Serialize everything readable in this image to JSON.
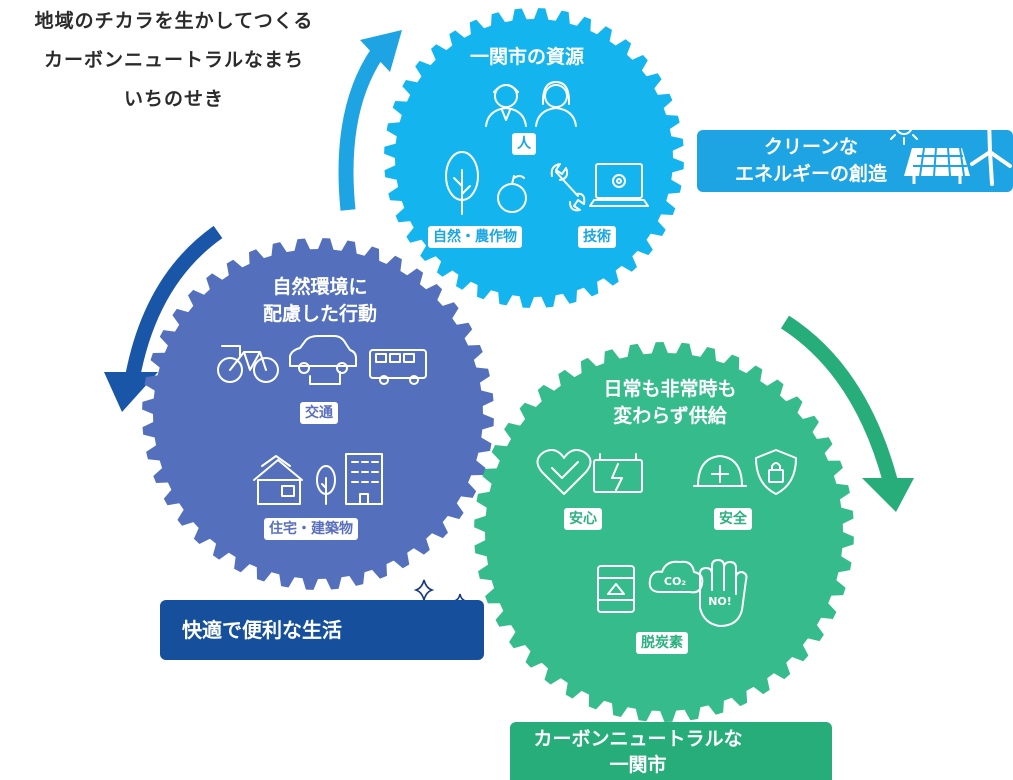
{
  "title": {
    "line1": "地域のチカラを生かしてつくる",
    "line2": "カーボンニュートラルなまち",
    "line3": "いちのせき"
  },
  "gears": {
    "resources": {
      "title": "一関市の資源",
      "tag_people": "人",
      "tag_nature": "自然・農作物",
      "tag_tech": "技術",
      "color": "#14b4ee"
    },
    "action": {
      "title_line1": "自然環境に",
      "title_line2": "配慮した行動",
      "tag_transport": "交通",
      "tag_housing": "住宅・建築物",
      "color": "#5470bd"
    },
    "supply": {
      "title_line1": "日常も非常時も",
      "title_line2": "変わらず供給",
      "tag_relief": "安心",
      "tag_safety": "安全",
      "tag_decarbon": "脱炭素",
      "co2_label": "CO₂",
      "no_label": "NO!",
      "color": "#36bb8c"
    }
  },
  "boxes": {
    "clean_energy": {
      "line1": "クリーンな",
      "line2": "エネルギーの創造",
      "color": "#1ea3e3"
    },
    "comfortable_life": {
      "text": "快適で便利な生活",
      "color": "#164f9b"
    },
    "carbon_neutral": {
      "line1": "カーボンニュートラルな",
      "line2": "一関市",
      "color": "#27ad7a"
    }
  },
  "arrows": {
    "light_blue": "#1ea3e3",
    "dark_blue": "#1a56a8",
    "green": "#27ad7a"
  },
  "icons": [
    "person-man-icon",
    "person-woman-icon",
    "tree-icon",
    "apple-icon",
    "wrench-icon",
    "laptop-gear-icon",
    "bicycle-icon",
    "car-charging-icon",
    "bus-icon",
    "solar-house-icon",
    "small-tree-icon",
    "building-icon",
    "heart-check-icon",
    "battery-icon",
    "helmet-icon",
    "shield-lock-icon",
    "fuel-tank-icon",
    "co2-cloud-icon",
    "stop-hand-icon",
    "sun-icon",
    "solar-panel-icon",
    "wind-turbine-icon",
    "cheering-person-icon",
    "sparkle-icon",
    "hands-leaves-icon"
  ]
}
